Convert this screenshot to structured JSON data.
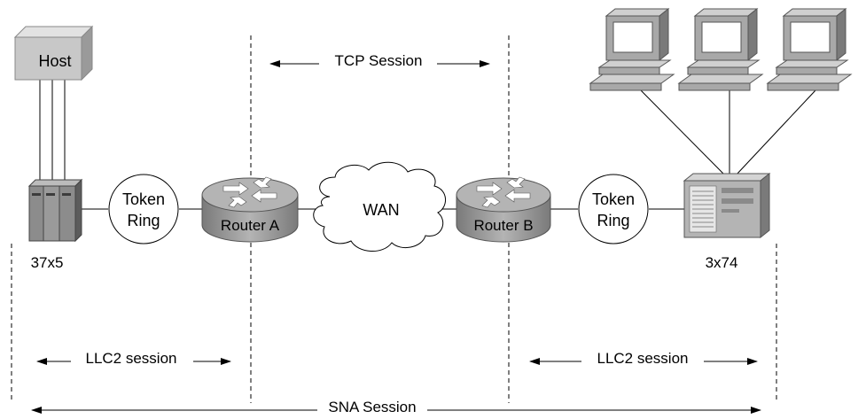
{
  "nodes": {
    "host": "Host",
    "fep": "37x5",
    "token_ring_left": [
      "Token",
      "Ring"
    ],
    "router_a": "Router A",
    "wan": "WAN",
    "router_b": "Router B",
    "token_ring_right": [
      "Token",
      "Ring"
    ],
    "controller": "3x74"
  },
  "sessions": {
    "tcp": "TCP Session",
    "llc2_left": "LLC2 session",
    "llc2_right": "LLC2 session",
    "sna": "SNA Session"
  },
  "colors": {
    "host_box": "#c8c8c8",
    "fep": "#8c8c8c",
    "router": "#9a9a9a",
    "workstation": "#a8a8a8",
    "screen": "#ffffff"
  },
  "icons": [
    "mainframe-host-icon",
    "front-end-processor-icon",
    "token-ring-icon",
    "router-icon",
    "cloud-icon",
    "workstation-icon",
    "cluster-controller-icon"
  ]
}
